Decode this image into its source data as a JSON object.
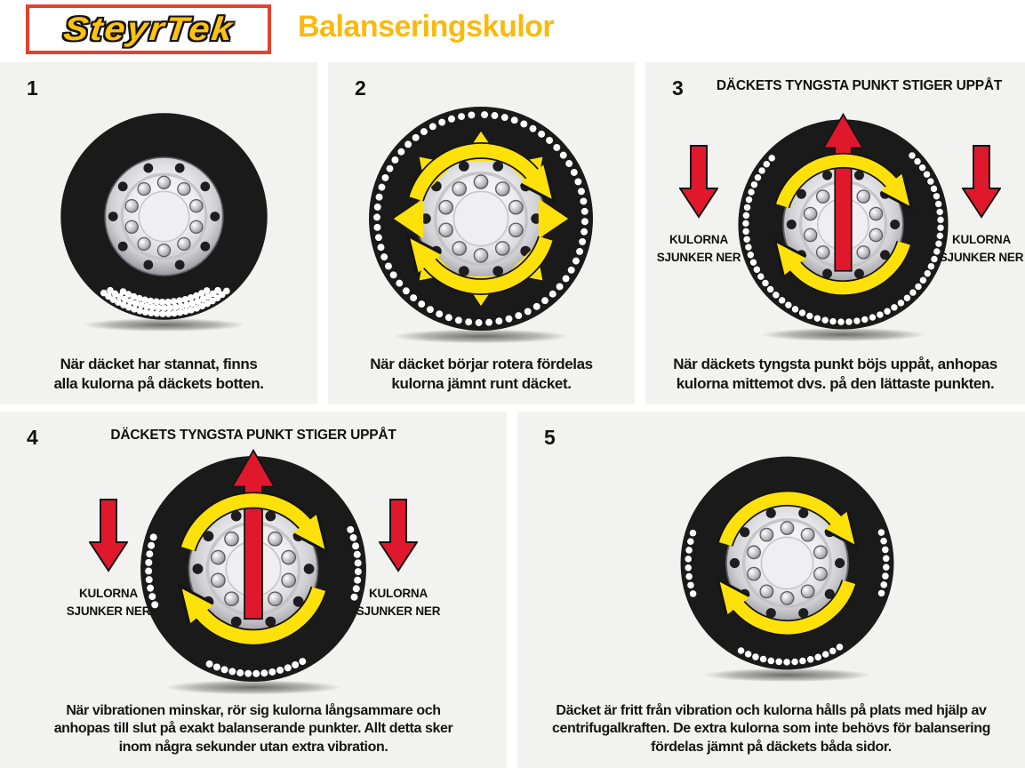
{
  "header": {
    "logo_text": "SteyrTek",
    "title": "Balanseringskulor"
  },
  "colors": {
    "title_yellow": "#FBB90D",
    "logo_yellow": "#FFC20E",
    "logo_frame_red": "#E8402A",
    "arrow_yellow": "#FFE10A",
    "arrow_red": "#E0182C",
    "panel_background": "#F2F2F0",
    "tire_black": "#1A1A1A",
    "bead_white": "#FFFFFF"
  },
  "panels": [
    {
      "number": "1",
      "caption": "När däcket har stannat, finns\nalla kulorna på däckets botten."
    },
    {
      "number": "2",
      "caption": "När däcket börjar rotera fördelas\nkulorna jämnt runt däcket."
    },
    {
      "number": "3",
      "heading": "DÄCKETS TYNGSTA PUNKT STIGER UPPÅT",
      "left_label": "KULORNA\nSJUNKER NER",
      "right_label": "KULORNA\nSJUNKER NER",
      "caption": "När däckets tyngsta punkt böjs uppåt, anhopas\nkulorna mittemot dvs. på den lättaste punkten."
    },
    {
      "number": "4",
      "heading": "DÄCKETS TYNGSTA PUNKT STIGER UPPÅT",
      "left_label": "KULORNA\nSJUNKER NER",
      "right_label": "KULORNA\nSJUNKER NER",
      "caption": "När vibrationen minskar, rör sig kulorna långsammare och\nanhopas till slut på exakt balanserande punkter. Allt detta sker\ninom några sekunder utan extra vibration."
    },
    {
      "number": "5",
      "caption": "Däcket är fritt från vibration och kulorna hålls på plats med hjälp av\ncentrifugalkraften. De extra kulorna som inte behövs för balansering\nfördelas jämnt på däckets båda sidor."
    }
  ]
}
